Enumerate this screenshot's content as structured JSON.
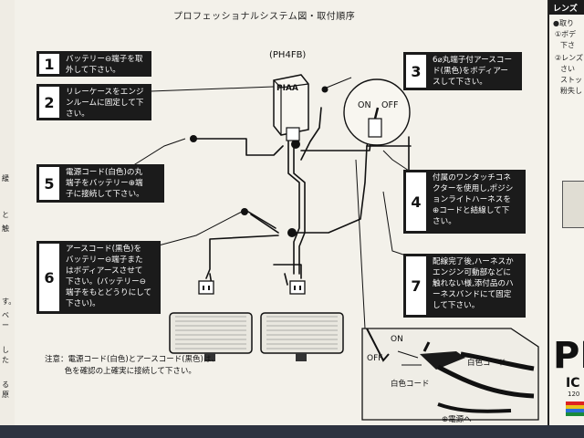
{
  "heading": "プロフェッショナルシステム図・取付順序",
  "model_code": "(PH4FB)",
  "relay_brand": "PIAA",
  "steps": [
    {
      "n": "1",
      "text": "バッテリー⊖端子を取\n外して下さい。"
    },
    {
      "n": "2",
      "text": "リレーケースをエンジ\nンルームに固定して下\nさい。"
    },
    {
      "n": "3",
      "text": "6⌀丸端子付アースコー\nド(黒色)をボディアー\nスして下さい。"
    },
    {
      "n": "4",
      "text": "付属のワンタッチコネ\nクターを使用し,ポジシ\nョンライトハーネスを\n⊕コードと結線して下\nさい。"
    },
    {
      "n": "5",
      "text": "電源コード(白色)の丸\n端子をバッテリー⊕端\n子に接続して下さい。"
    },
    {
      "n": "6",
      "text": "アースコード(黒色)を\nバッテリー⊖端子また\nはボディアースさせて\n下さい。(バッテリー⊖\n端子をもとどうりにして\n下さい)。"
    },
    {
      "n": "7",
      "text": "配線完了後,ハーネスか\nエンジン可動部などに\n触れない様,添付品のハ\nーネスバンドにて固定\nして下さい。"
    }
  ],
  "note": "注意：電源コード(白色)とアースコード(黒色)は、\n        色を確認の上確実に接続して下さい。",
  "switch_labels": {
    "on": "ON",
    "off": "OFF"
  },
  "detail_labels": {
    "on": "ON",
    "off": "OFF",
    "white_cord_right": "白色コード",
    "white_cord_left": "白色コード",
    "power": "⊕電源へ"
  },
  "right_panel": {
    "title": "レンズ",
    "lines": [
      "●取り",
      "①ボデ",
      "下さ",
      "②レンズ",
      "さい",
      "ストッ",
      "粉失し"
    ],
    "big_letters": "PI",
    "small_text": "IC",
    "small_num": "120"
  },
  "left_strip": [
    "緩",
    "と",
    "触",
    "す。",
    "ベー",
    "した",
    "る原"
  ]
}
